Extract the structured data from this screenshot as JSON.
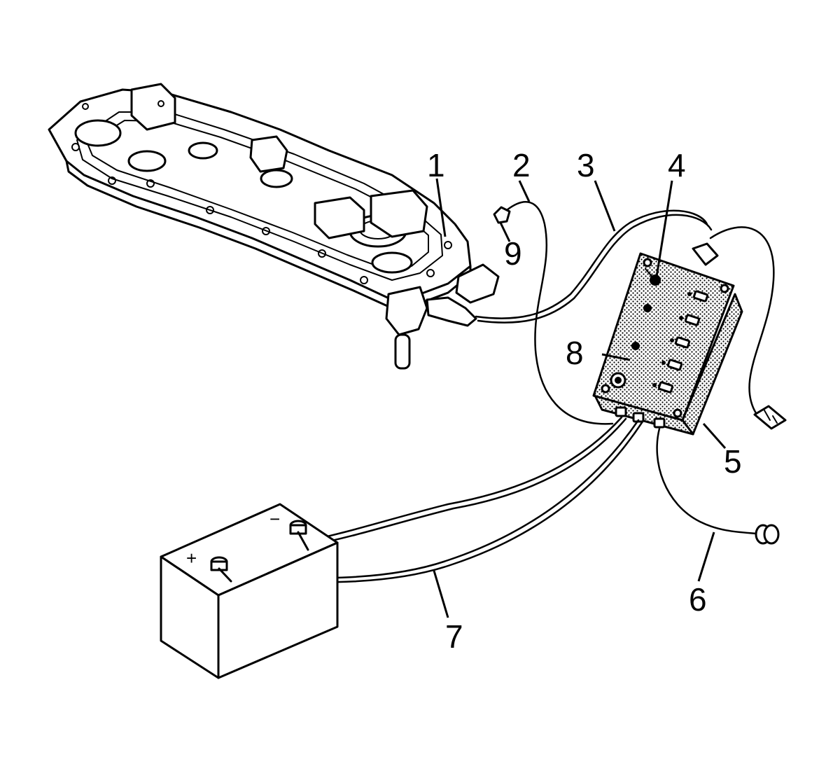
{
  "diagram": {
    "colors": {
      "line": "#000000",
      "background": "#ffffff",
      "shading": "#9a9a9a"
    },
    "callouts": [
      {
        "id": "1",
        "label": "1"
      },
      {
        "id": "2",
        "label": "2"
      },
      {
        "id": "3",
        "label": "3"
      },
      {
        "id": "4",
        "label": "4"
      },
      {
        "id": "5",
        "label": "5"
      },
      {
        "id": "6",
        "label": "6"
      },
      {
        "id": "7",
        "label": "7"
      },
      {
        "id": "8",
        "label": "8"
      },
      {
        "id": "9",
        "label": "9"
      }
    ],
    "battery": {
      "positive_sign": "+",
      "negative_sign": "−"
    }
  }
}
